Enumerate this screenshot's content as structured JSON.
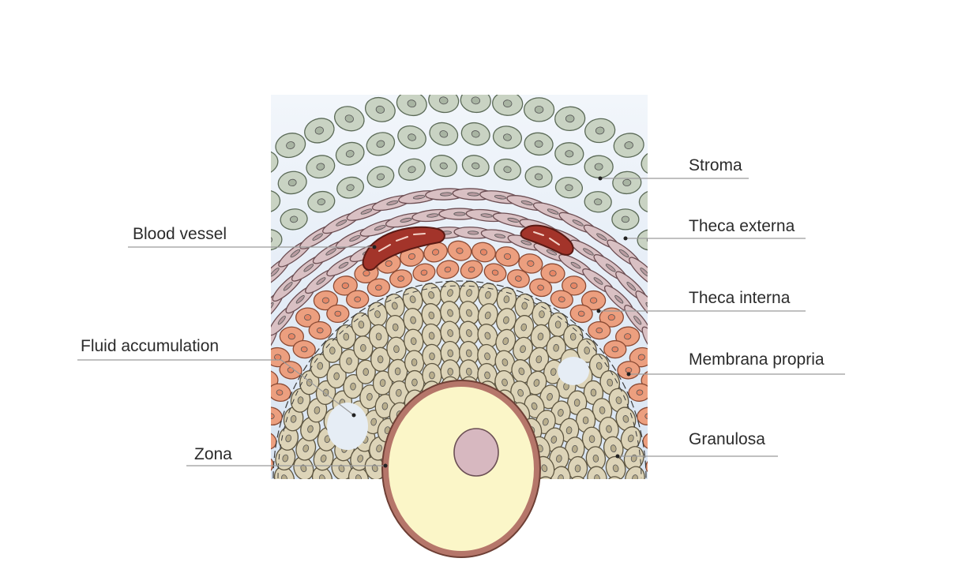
{
  "labels": {
    "stroma": "Stroma",
    "theca_externa": "Theca externa",
    "theca_interna": "Theca interna",
    "membrana_propria": "Membrana propria",
    "granulosa": "Granulosa",
    "blood_vessel": "Blood vessel",
    "fluid_accumulation": "Fluid accumulation",
    "zona": "Zona"
  },
  "colors": {
    "background_tint": "#e4ecf6",
    "stroma_cell": "#c9d3c3",
    "theca_externa_cell": "#d9c0c3",
    "theca_interna_cell": "#ec9f7f",
    "granulosa_cell": "#ddd4b8",
    "blood_vessel": "#a3342a",
    "oocyte": "#fbf6c8",
    "zona": "#b5766a",
    "nucleus": "#d7b8c0"
  }
}
